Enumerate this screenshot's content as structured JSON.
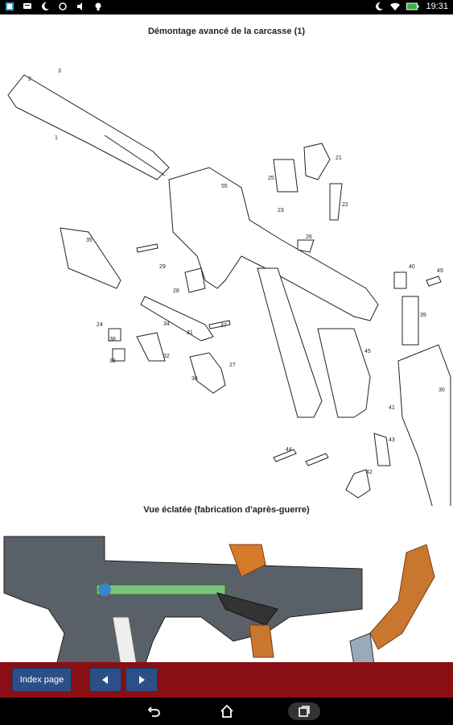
{
  "status": {
    "time": "19:31",
    "icons": [
      "app-icon",
      "message-icon",
      "moon-icon",
      "sync-icon",
      "mute-icon",
      "bulb-icon"
    ],
    "right_icons": [
      "moon-icon",
      "wifi-icon",
      "battery-icon"
    ]
  },
  "page": {
    "caption_top": "Démontage avancé de la carcasse (1)",
    "caption_bottom": "Vue éclatée (fabrication d'après-guerre)",
    "part_labels": [
      "1",
      "2",
      "3",
      "21",
      "22",
      "23",
      "24",
      "25",
      "26",
      "27",
      "28",
      "29",
      "30",
      "31",
      "32",
      "33",
      "34",
      "35",
      "36",
      "37",
      "38",
      "39",
      "40",
      "41",
      "42",
      "43",
      "44",
      "45",
      "49",
      "55"
    ]
  },
  "toolbar": {
    "index_label": "Index page",
    "prev_icon": "triangle-left-icon",
    "next_icon": "triangle-right-icon",
    "background": "#8a0f14",
    "button_color": "#2c4f86"
  },
  "navbar": {
    "back_icon": "back-icon",
    "home_icon": "home-icon",
    "recent_icon": "recent-apps-icon"
  }
}
